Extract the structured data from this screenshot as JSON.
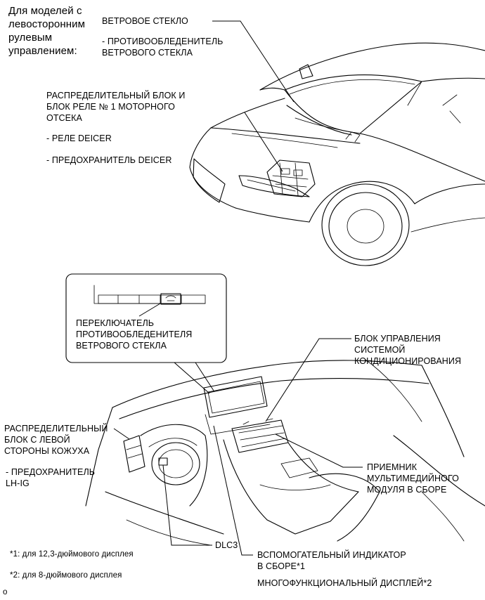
{
  "header_note": "Для моделей с\nлевосторонним\nрулевым\nуправлением:",
  "labels": {
    "windshield": "ВЕТРОВОЕ СТЕКЛО",
    "windshield_deicer": "- ПРОТИВООБЛЕДЕНИТЕЛЬ\nВЕТРОВОГО СТЕКЛА",
    "engine_room_block": "РАСПРЕДЕЛИТЕЛЬНЫЙ БЛОК И\nБЛОК РЕЛЕ № 1 МОТОРНОГО\nОТСЕКА",
    "deicer_relay": "- РЕЛЕ DEICER",
    "deicer_fuse": "- ПРЕДОХРАНИТЕЛЬ DEICER",
    "deicer_switch": "ПЕРЕКЛЮЧАТЕЛЬ\nПРОТИВООБЛЕДЕНИТЕЛЯ\nВЕТРОВОГО СТЕКЛА",
    "ac_control": "БЛОК УПРАВЛЕНИЯ\nСИСТЕМОЙ\nКОНДИЦИОНИРОВАНИЯ",
    "cowl_side_block": "РАСПРЕДЕЛИТЕЛЬНЫЙ\nБЛОК С ЛЕВОЙ\nСТОРОНЫ КОЖУХА",
    "lh_ig_fuse": "- ПРЕДОХРАНИТЕЛЬ\nLH-IG",
    "multimedia_receiver": "ПРИЕМНИК\nМУЛЬТИМЕДИЙНОГО\nМОДУЛЯ В СБОРЕ",
    "dlc3": "DLC3",
    "aux_meter": "ВСПОМОГАТЕЛЬНЫЙ ИНДИКАТОР\nВ СБОРЕ*1",
    "multi_display": "МНОГОФУНКЦИОНАЛЬНЫЙ ДИСПЛЕЙ*2"
  },
  "footnotes": {
    "note1": "*1: для 12,3-дюймового дисплея",
    "note2": "*2: для 8-дюймового дисплея"
  },
  "corner_mark": "o"
}
